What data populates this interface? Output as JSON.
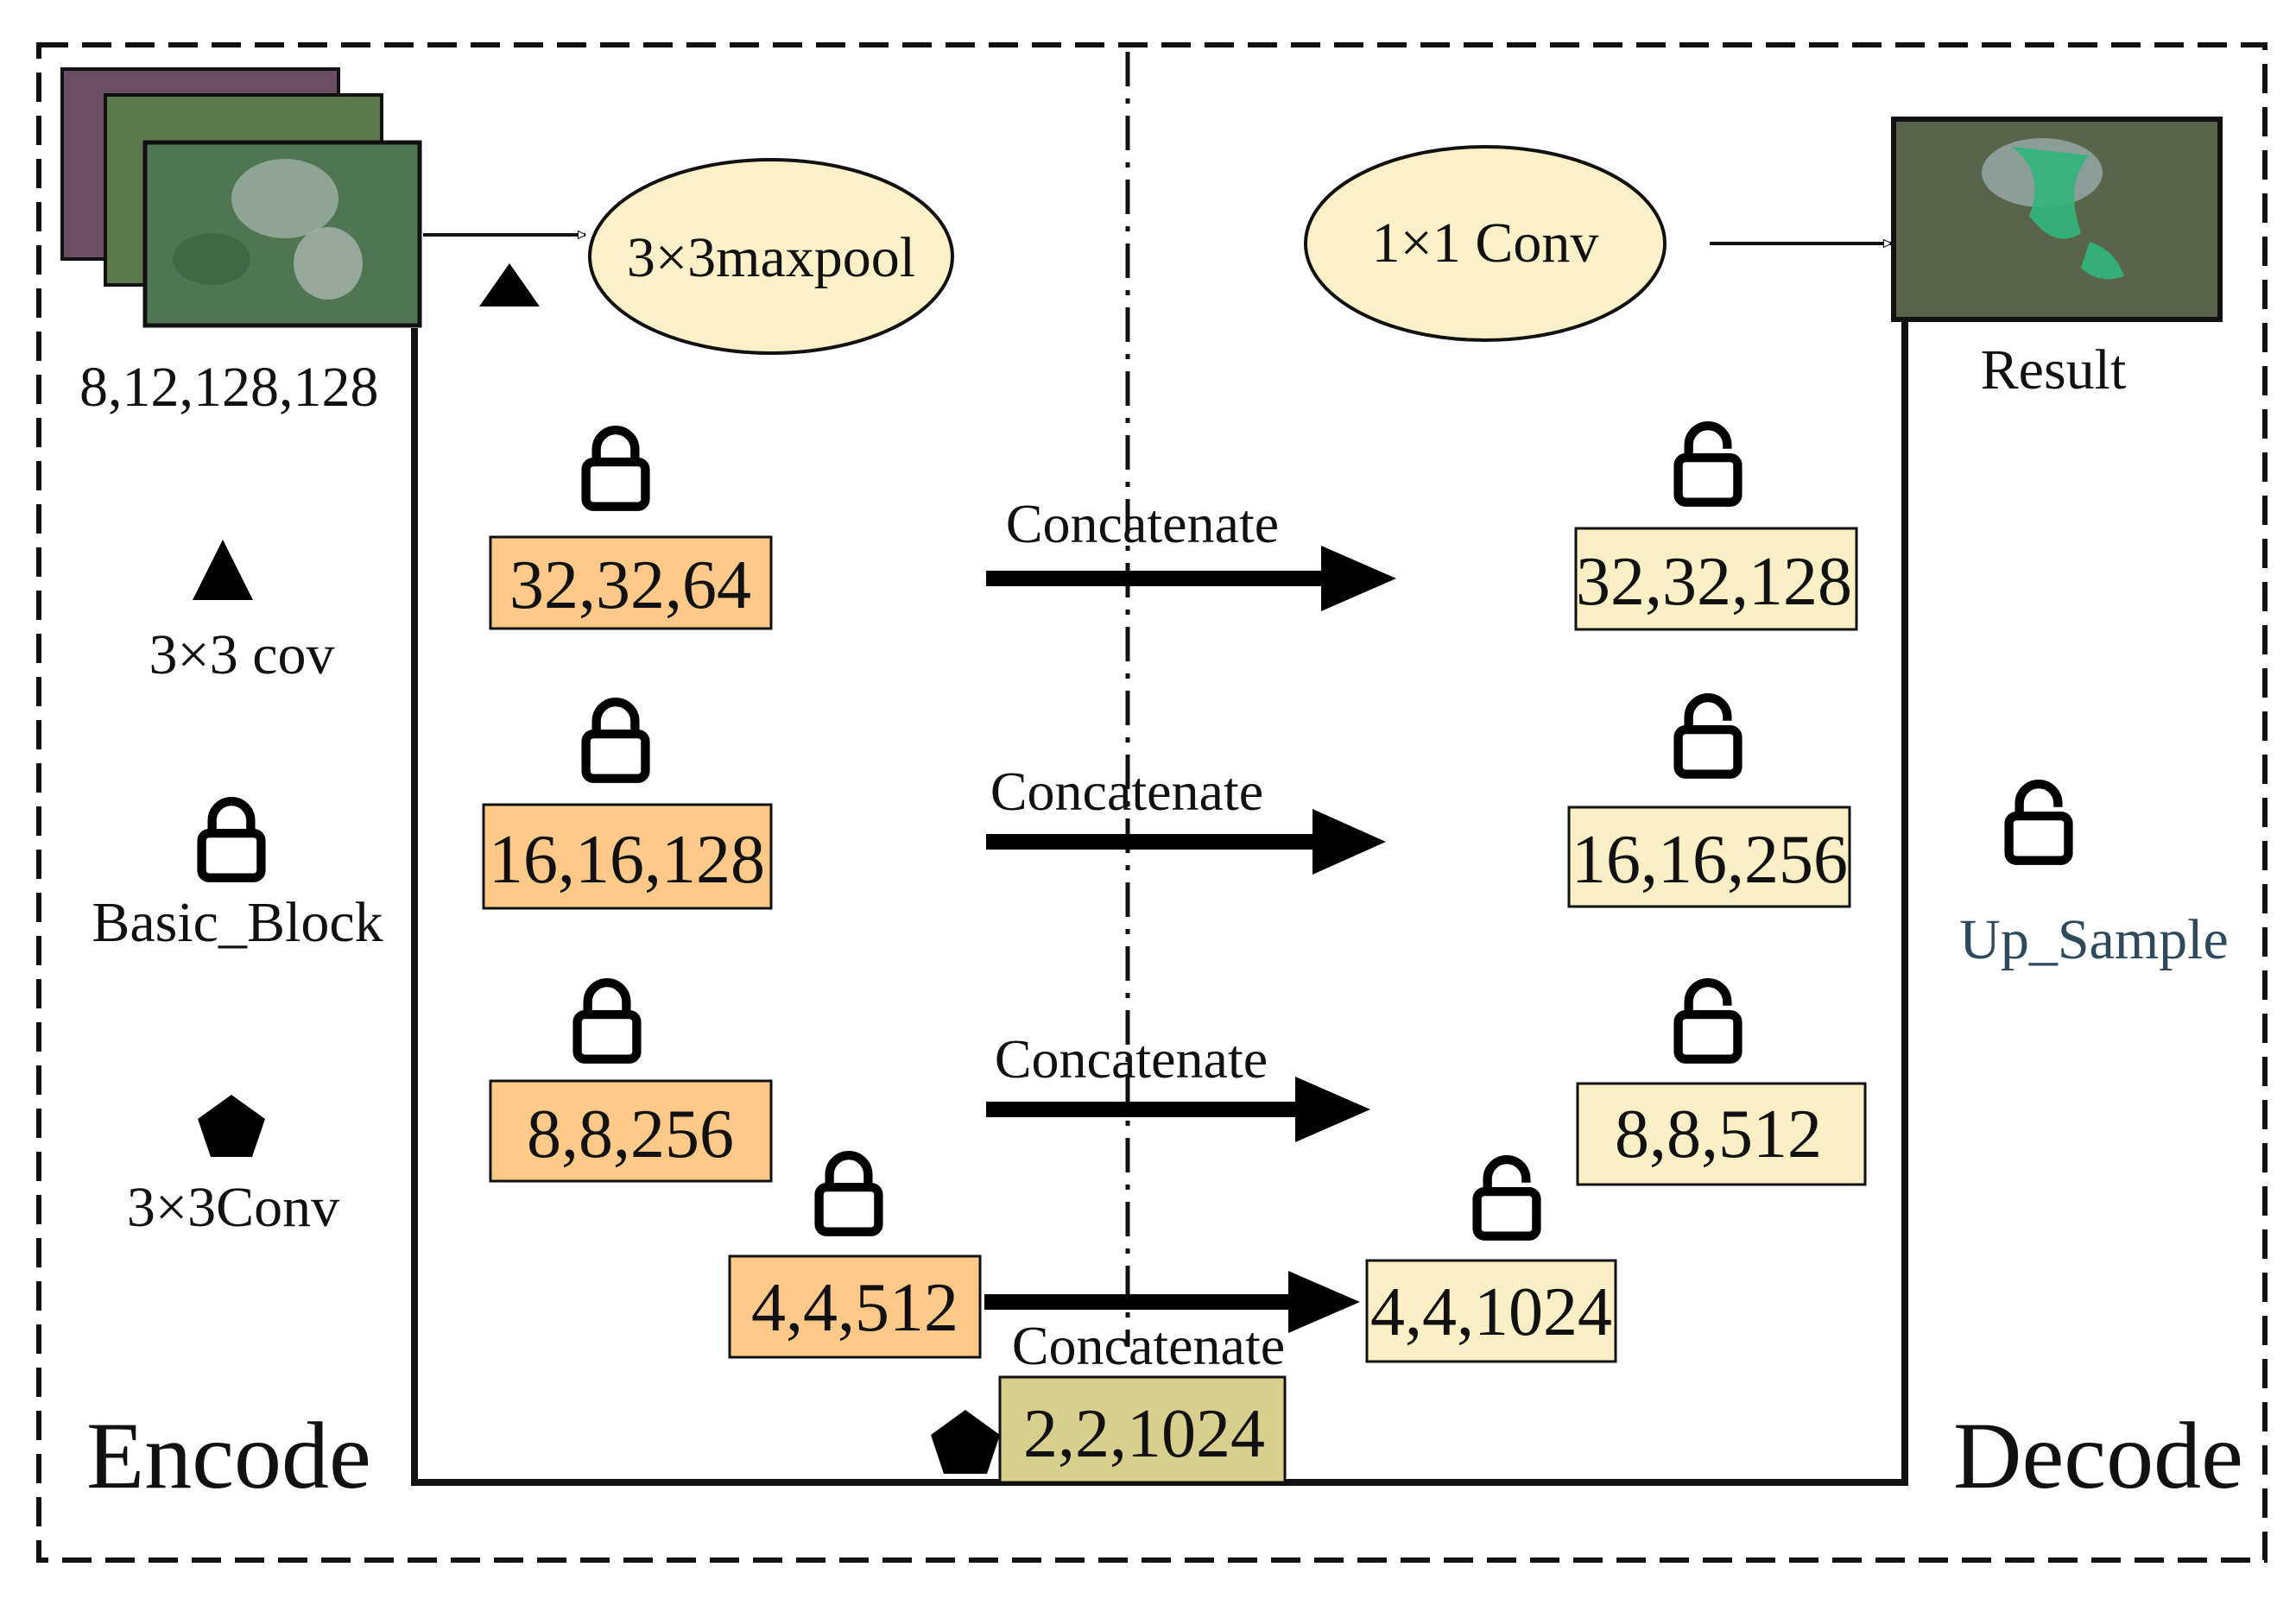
{
  "input": {
    "dims": "8,12,128,128"
  },
  "output": {
    "label": "Result"
  },
  "ops": {
    "maxpool": "3×3maxpool",
    "conv1x1": "1×1 Conv"
  },
  "legend": {
    "conv3x3_cov": "3×3 cov",
    "basic_block": "Basic_Block",
    "conv3x3": "3×3Conv",
    "up_sample": "Up_Sample"
  },
  "sections": {
    "encode": "Encode",
    "decode": "Decode"
  },
  "encoder": [
    {
      "dims": "32,32,64"
    },
    {
      "dims": "16,16,128"
    },
    {
      "dims": "8,8,256"
    },
    {
      "dims": "4,4,512"
    }
  ],
  "decoder": [
    {
      "dims": "32,32,128"
    },
    {
      "dims": "16,16,256"
    },
    {
      "dims": "8,8,512"
    },
    {
      "dims": "4,4,1024"
    }
  ],
  "bottleneck": {
    "dims": "2,2,1024"
  },
  "concat_label": "Concatenate",
  "colors": {
    "encoder_fill": "#FFC98A",
    "decoder_fill": "#FBEFC6",
    "bottleneck_fill": "#D8CF8E",
    "ellipse_fill": "#FCF0C8",
    "up_sample_text": "#2E4A5C"
  }
}
